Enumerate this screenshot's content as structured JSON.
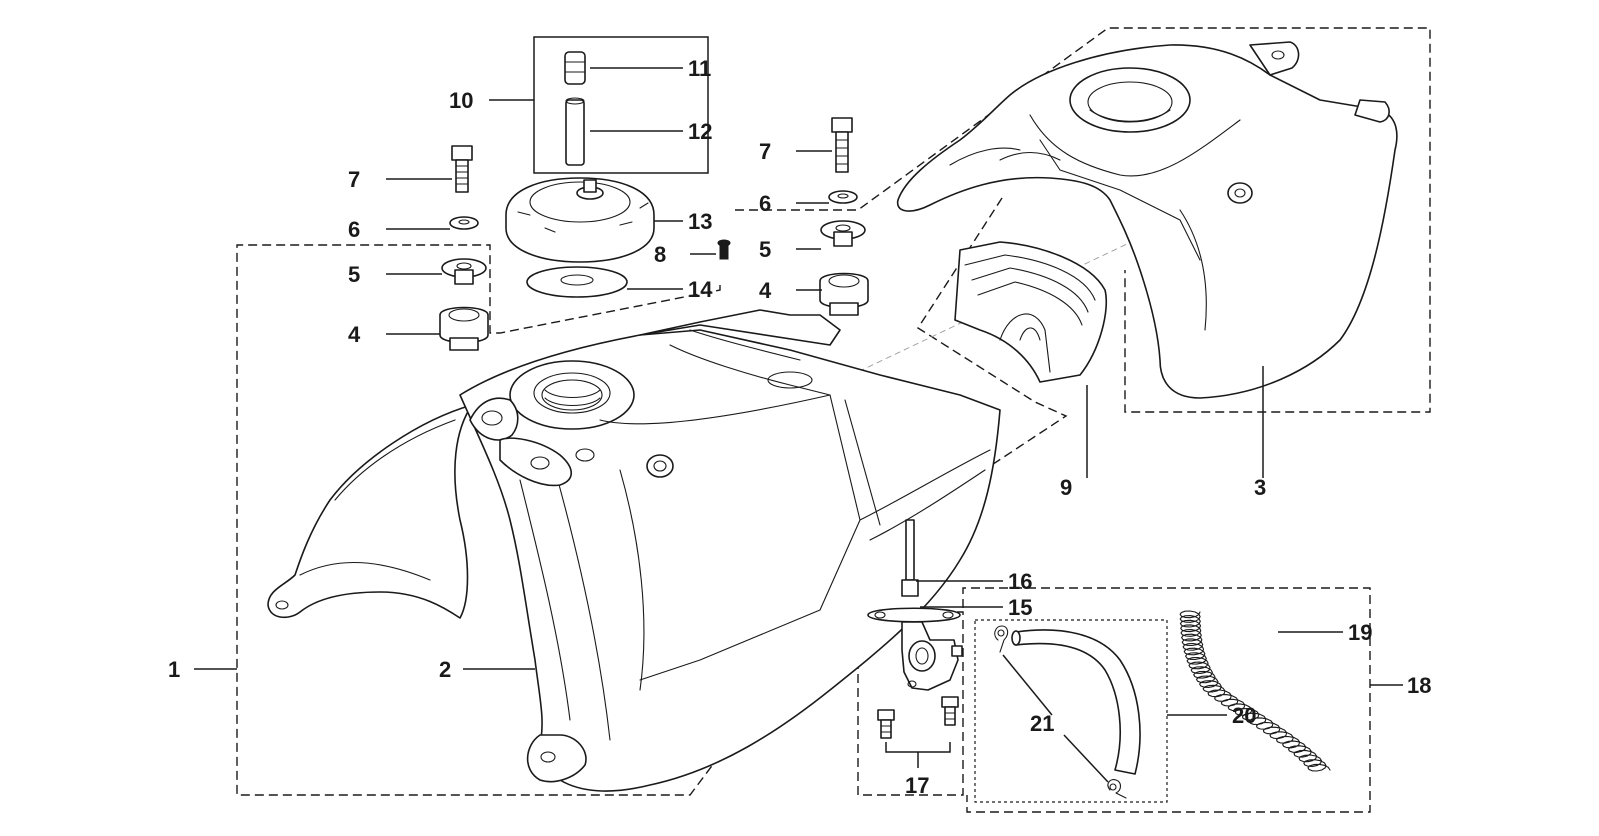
{
  "diagram": {
    "callouts": [
      {
        "id": "c1",
        "text": "1"
      },
      {
        "id": "c2",
        "text": "2"
      },
      {
        "id": "c3",
        "text": "3"
      },
      {
        "id": "c4a",
        "text": "4"
      },
      {
        "id": "c4b",
        "text": "4"
      },
      {
        "id": "c5a",
        "text": "5"
      },
      {
        "id": "c5b",
        "text": "5"
      },
      {
        "id": "c6a",
        "text": "6"
      },
      {
        "id": "c6b",
        "text": "6"
      },
      {
        "id": "c7a",
        "text": "7"
      },
      {
        "id": "c7b",
        "text": "7"
      },
      {
        "id": "c8",
        "text": "8"
      },
      {
        "id": "c9",
        "text": "9"
      },
      {
        "id": "c10",
        "text": "10"
      },
      {
        "id": "c11",
        "text": "11"
      },
      {
        "id": "c12",
        "text": "12"
      },
      {
        "id": "c13",
        "text": "13"
      },
      {
        "id": "c14",
        "text": "14"
      },
      {
        "id": "c15",
        "text": "15"
      },
      {
        "id": "c16",
        "text": "16"
      },
      {
        "id": "c17",
        "text": "17"
      },
      {
        "id": "c18",
        "text": "18"
      },
      {
        "id": "c19",
        "text": "19"
      },
      {
        "id": "c20",
        "text": "20"
      },
      {
        "id": "c21",
        "text": "21"
      }
    ],
    "colors": {
      "line": "#1a1a1a",
      "background": "#ffffff",
      "axis": "#9a9a9a"
    }
  }
}
